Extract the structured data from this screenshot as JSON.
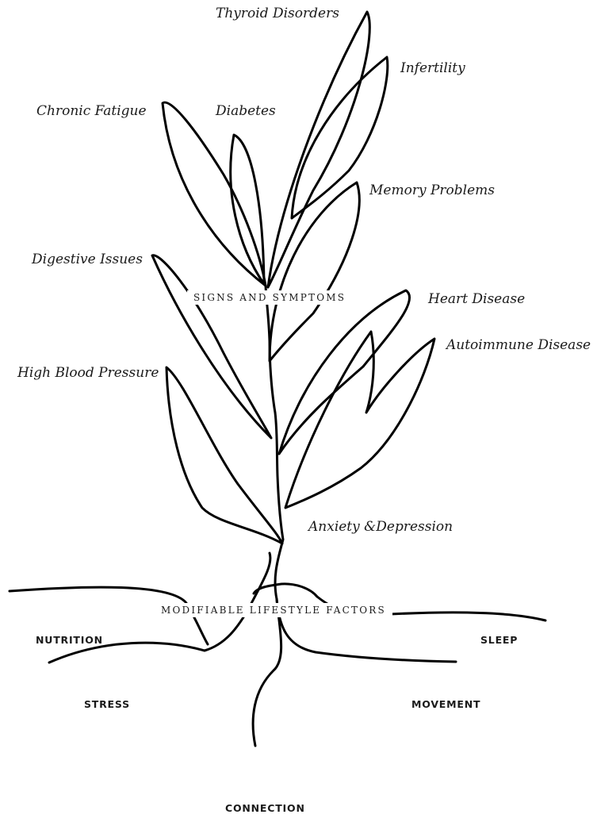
{
  "symptoms": {
    "thyroid": "Thyroid Disorders",
    "infertility": "Infertility",
    "fatigue": "Chronic Fatigue",
    "diabetes": "Diabetes",
    "memory": "Memory Problems",
    "digestive": "Digestive Issues",
    "heart": "Heart Disease",
    "autoimmune": "Autoimmune Disease",
    "blood_pressure": "High Blood Pressure",
    "anxiety": "Anxiety &Depression"
  },
  "section_labels": {
    "signs": "Signs and Symptoms",
    "factors": "Modifiable Lifestyle Factors"
  },
  "roots": {
    "nutrition": "NUTRITION",
    "sleep": "SLEEP",
    "stress": "STRESS",
    "movement": "MOVEMENT",
    "connection": "CONNECTION"
  },
  "colors": {
    "ink": "#000000",
    "background": "#ffffff"
  }
}
